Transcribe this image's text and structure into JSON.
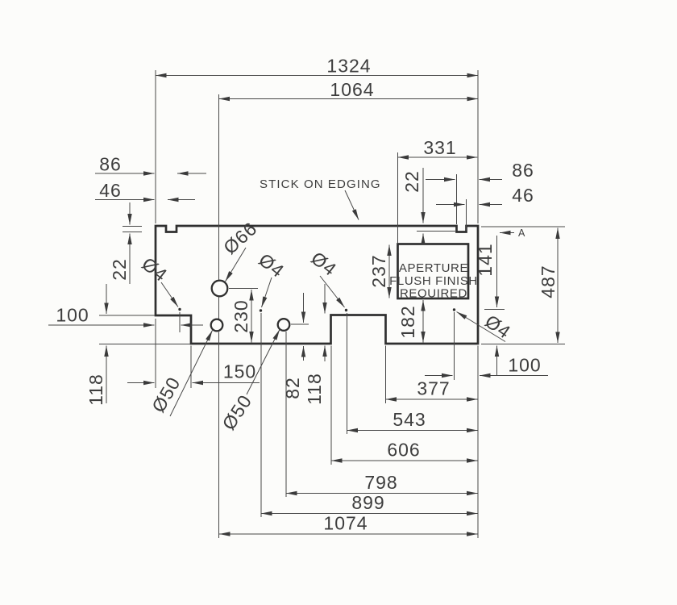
{
  "colors": {
    "outline": "#2f2f2f",
    "dimension": "#474747",
    "text": "#3d3d3d",
    "background": "#fcfcfa"
  },
  "dims": {
    "w1324": "1324",
    "w1064": "1064",
    "w331": "331",
    "l86": "86",
    "l46": "46",
    "l22": "22",
    "l100": "100",
    "l150": "150",
    "l118": "118",
    "r86": "86",
    "r46": "46",
    "r22": "22",
    "r100": "100",
    "v230": "230",
    "v237": "237",
    "v182": "182",
    "v141": "141",
    "v487": "487",
    "v82": "82",
    "v118": "118",
    "b377": "377",
    "b543": "543",
    "b606": "606",
    "b798": "798",
    "b899": "899",
    "b1074": "1074"
  },
  "holes": {
    "d66": "Ø66",
    "d50a": "Ø50",
    "d50b": "Ø50",
    "d4a": "Ø4",
    "d4b": "Ø4",
    "d4c": "Ø4",
    "d4d": "Ø4"
  },
  "notes": {
    "edging": "STICK ON EDGING",
    "aperture1": "APERTURE",
    "aperture2": "FLUSH FINISH",
    "aperture3": "REQUIRED",
    "section": "A"
  }
}
